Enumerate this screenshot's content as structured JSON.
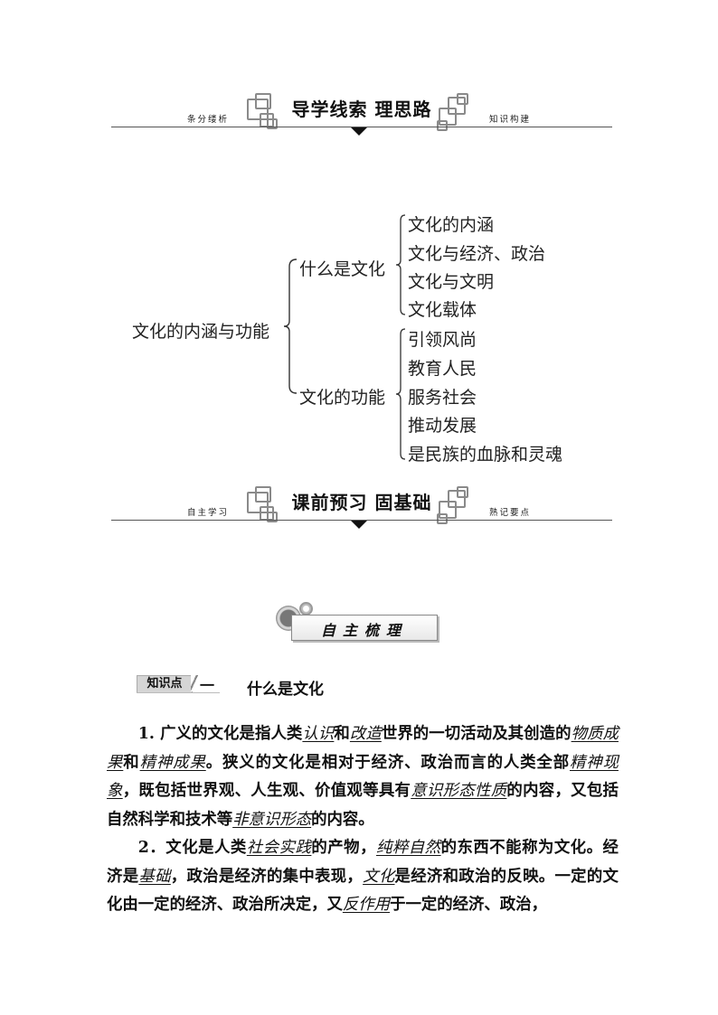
{
  "banner1": {
    "title": "导学线索 理思路",
    "left_sub": "条分缕析",
    "right_sub": "知识构建"
  },
  "mind_map": {
    "root": "文化的内涵与功能",
    "branches": [
      {
        "label": "什么是文化",
        "items": [
          "文化的内涵",
          "文化与经济、政治",
          "文化与文明",
          "文化载体"
        ]
      },
      {
        "label": "文化的功能",
        "items": [
          "引领风尚",
          "教育人民",
          "服务社会",
          "推动发展",
          "是民族的血脉和灵魂"
        ]
      }
    ]
  },
  "banner2": {
    "title": "课前预习 固基础",
    "left_sub": "自主学习",
    "right_sub": "熟记要点"
  },
  "badge": {
    "label": "自主梳理"
  },
  "knowledge_point": {
    "tag": "知识点",
    "number": "一",
    "title": "什么是文化"
  },
  "paragraphs": {
    "p1": {
      "s1": "1. 广义的文化是指人类",
      "u1": "认识",
      "s2": "和",
      "u2": "改造",
      "s3": "世界的一切活动及其创造的",
      "u3": "物质成果",
      "s4": "和",
      "u4": "精神成果",
      "s5": "。狭义的文化是相对于经济、政治而言的人类全部",
      "u5": "精神现象",
      "s6": "，既包括世界观、人生观、价值观等具有",
      "u6": "意识形态性质",
      "s7": "的内容，又包括自然科学和技术等",
      "u7": "非意识形态",
      "s8": "的内容。"
    },
    "p2": {
      "s1": "2．文化是人类",
      "u1": "社会实践",
      "s2": "的产物，",
      "u2": "纯粹自然",
      "s3": "的东西不能称为文化。经济是",
      "u3": "基础",
      "s4": "，政治是经济的集中表现，",
      "u4": "文化",
      "s5": "是经济和政治的反映。一定的文化由一定的经济、政治所决定，又",
      "u5": "反作用",
      "s6": "于一定的经济、政治，"
    }
  }
}
